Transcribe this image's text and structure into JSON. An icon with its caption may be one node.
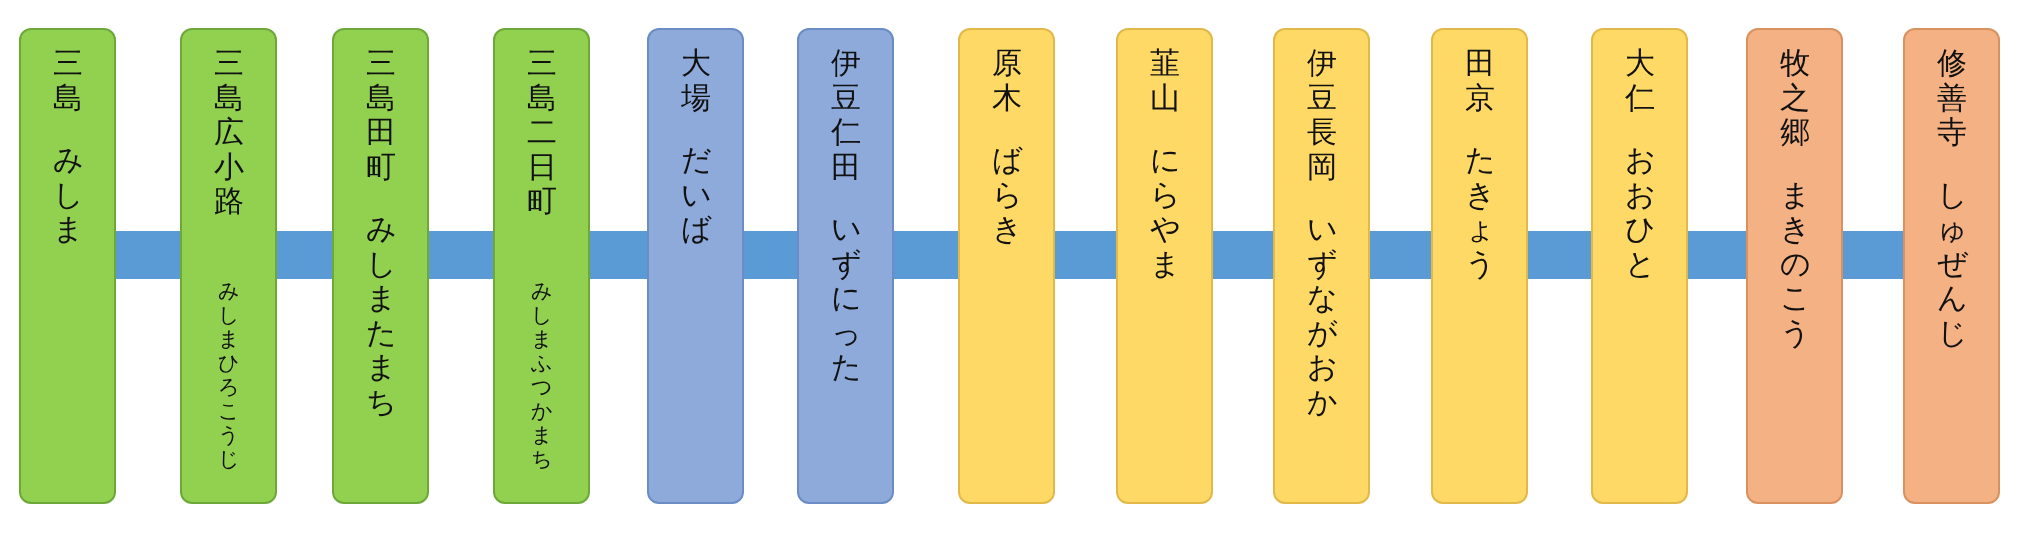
{
  "diagram": {
    "nodes": [
      {
        "text": [
          "三島",
          "みしま"
        ]
      },
      {
        "text": [
          "三島広小路",
          "みしまひろこうじ"
        ]
      },
      {
        "text": [
          "三島田町",
          "みしまたまち"
        ]
      },
      {
        "text": [
          "三島二日町",
          "みしまふつかまち"
        ]
      },
      {
        "text": [
          "大場",
          "だいば"
        ]
      },
      {
        "text": [
          "伊豆仁田",
          "いずにった"
        ]
      },
      {
        "text": [
          "原木",
          "ばらき"
        ]
      },
      {
        "text": [
          "韮山",
          "にらやま"
        ]
      },
      {
        "text": [
          "伊豆長岡",
          "いずながおか"
        ]
      },
      {
        "text": [
          "田京",
          "たきょう"
        ]
      },
      {
        "text": [
          "大仁",
          "おおひと"
        ]
      },
      {
        "text": [
          "牧之郷",
          "まきのこう"
        ]
      },
      {
        "text": [
          "修善寺",
          "しゅぜんじ"
        ]
      }
    ],
    "edges": [
      {
        "from": 0,
        "to": 1,
        "arrow": "none"
      },
      {
        "from": 1,
        "to": 2,
        "arrow": "none"
      },
      {
        "from": 2,
        "to": 3,
        "arrow": "none"
      },
      {
        "from": 3,
        "to": 4,
        "arrow": "none"
      },
      {
        "from": 4,
        "to": 5,
        "arrow": "none"
      },
      {
        "from": 5,
        "to": 6,
        "arrow": "none"
      },
      {
        "from": 6,
        "to": 7,
        "arrow": "none"
      },
      {
        "from": 7,
        "to": 8,
        "arrow": "none"
      },
      {
        "from": 8,
        "to": 9,
        "arrow": "none"
      },
      {
        "from": 9,
        "to": 10,
        "arrow": "none"
      },
      {
        "from": 10,
        "to": 11,
        "arrow": "none"
      },
      {
        "from": 11,
        "to": 12,
        "arrow": "none"
      }
    ]
  }
}
